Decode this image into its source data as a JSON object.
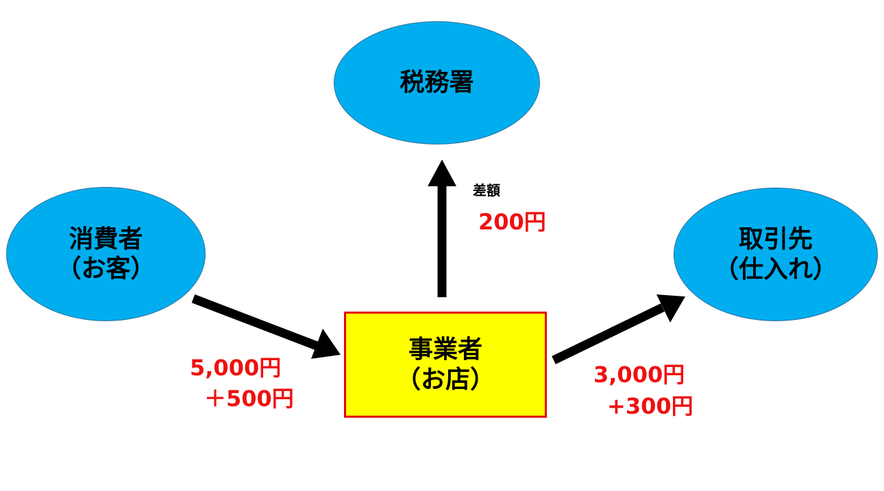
{
  "colors": {
    "ellipse_fill": "#00aeef",
    "ellipse_border": "#2f6f9a",
    "box_fill": "#ffff00",
    "box_border": "#e3000f",
    "amount_text": "#ee1111",
    "arrow": "#000000"
  },
  "nodes": {
    "tax_office": {
      "line1": "税務署"
    },
    "consumer": {
      "line1": "消費者",
      "line2": "（お客）"
    },
    "business": {
      "line1": "事業者",
      "line2": "（お店）"
    },
    "supplier": {
      "line1": "取引先",
      "line2": "（仕入れ）"
    }
  },
  "flows": {
    "consumer_to_business": {
      "line1": "5,000円",
      "line2": "＋500円"
    },
    "business_to_supplier": {
      "line1": "3,000円",
      "line2": "+300円"
    },
    "business_to_tax": {
      "caption": "差額",
      "amount": "200円"
    }
  }
}
